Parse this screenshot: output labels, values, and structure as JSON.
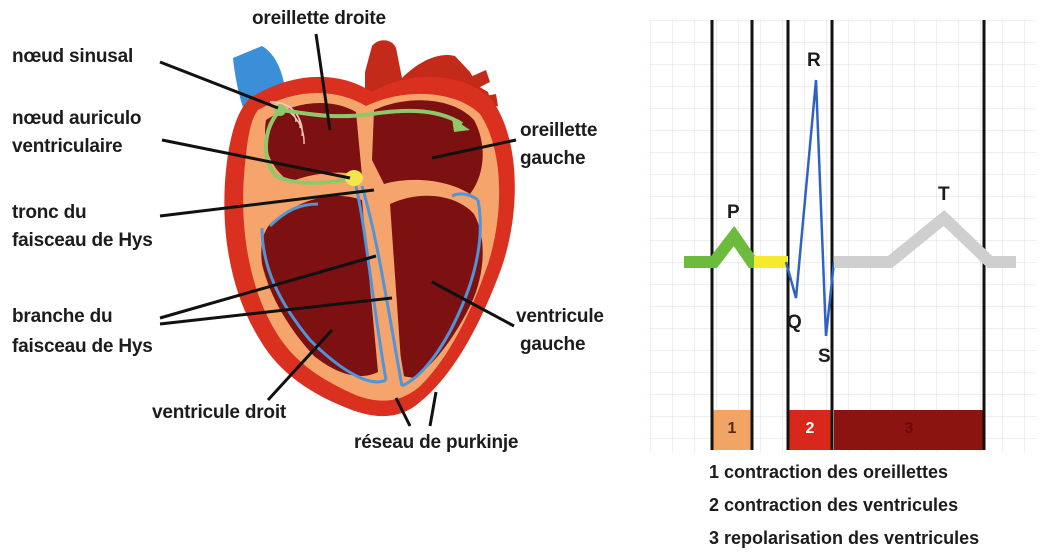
{
  "heart": {
    "labels": {
      "oreillette_droite": "oreillette droite",
      "noeud_sinusal": "nœud sinusal",
      "noeud_av_line1": "nœud auriculo",
      "noeud_av_line2": "ventriculaire",
      "tronc_line1": "tronc du",
      "tronc_line2": "faisceau de Hys",
      "branche_line1": "branche du",
      "branche_line2": "faisceau de Hys",
      "ventricule_droit": "ventricule droit",
      "reseau_purkinje": "réseau de purkinje",
      "oreillette_gauche_line1": "oreillette",
      "oreillette_gauche_line2": "gauche",
      "ventricule_gauche_line1": "ventricule",
      "ventricule_gauche_line2": "gauche"
    },
    "colors": {
      "muscle": "#d9301f",
      "chamber": "#7d1010",
      "tissue": "#f5a56c",
      "vein": "#3a8fd8",
      "conduction": "#4f95d8",
      "sa_node": "#8fc86a",
      "av_node": "#f2e64b"
    }
  },
  "ecg": {
    "waves": {
      "p": "P",
      "q": "Q",
      "r": "R",
      "s": "S",
      "t": "T"
    },
    "phases": [
      {
        "number": "1",
        "color": "#f2a464",
        "text_color": "#5a2a10"
      },
      {
        "number": "2",
        "color": "#d8281c",
        "text_color": "#ffffff"
      },
      {
        "number": "3",
        "color": "#8c1410",
        "text_color": "#6a0a08"
      }
    ],
    "legend": [
      "1 contraction des oreillettes",
      "2 contraction des ventricules",
      "3 repolarisation des ventricules"
    ],
    "trace_colors": {
      "p": "#6cbb3c",
      "pr": "#f5ea2c",
      "qrs": "#2e63c4",
      "t": "#cfcfcf"
    }
  }
}
